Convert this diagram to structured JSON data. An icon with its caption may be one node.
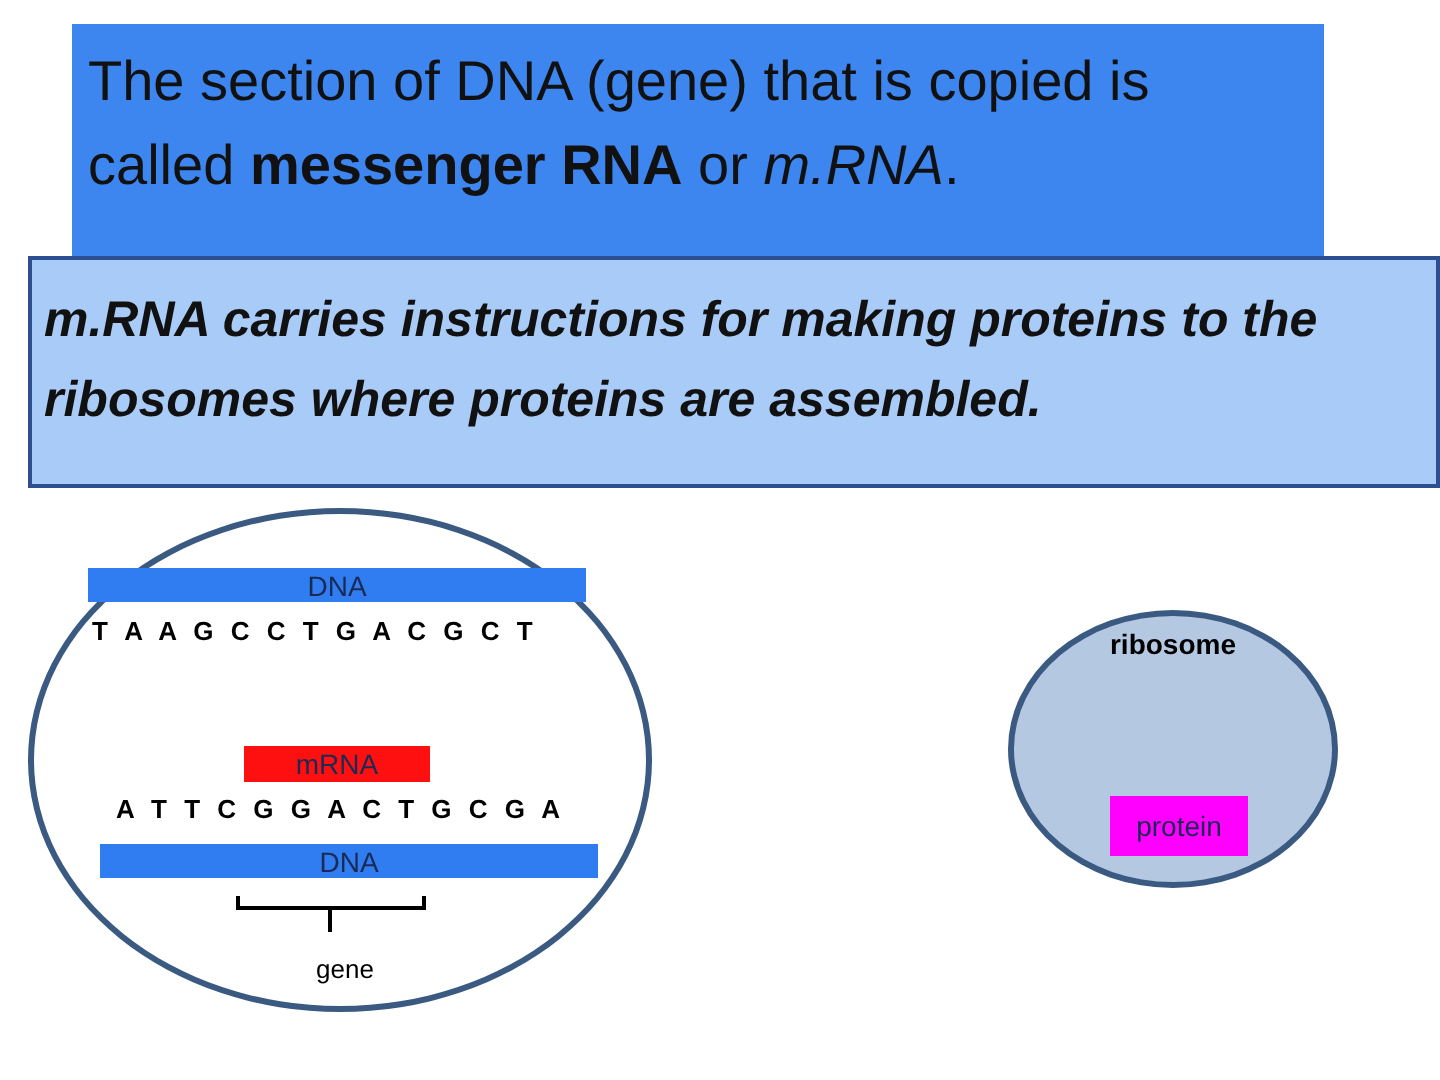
{
  "diagram": {
    "nodes": [
      {
        "text": [
          "The section of DNA (gene) that is copied is called **messenger RNA** or *m.RNA*."
        ]
      },
      {
        "text": [
          "m.RNA carries  instructions for making proteins to the ribosomes where  proteins are assembled."
        ]
      },
      {
        "text": [],
        "shape": "circle"
      },
      {
        "text": [
          "DNA"
        ],
        "in": 2
      },
      {
        "text": [
          "mRNA"
        ],
        "in": 2
      },
      {
        "text": [
          "DNA"
        ],
        "in": 2
      },
      {
        "text": [
          "ribosome"
        ]
      },
      {
        "text": [
          "protein"
        ],
        "in": 6
      }
    ],
    "edges": [],
    "labels": [
      "T A A G C C T G A C G C T",
      "A T T C G G A C T G C G A",
      "gene"
    ]
  }
}
